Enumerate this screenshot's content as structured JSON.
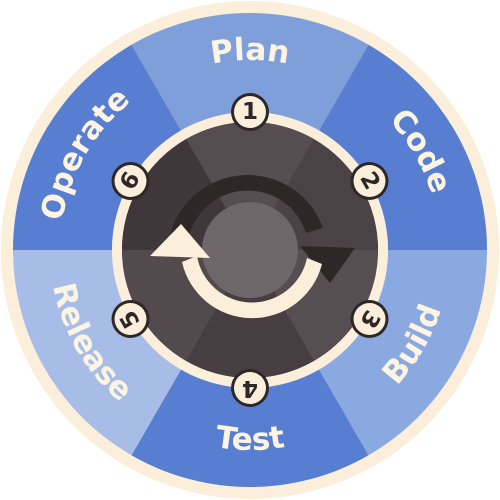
{
  "colors": {
    "outer_ring": "#fbeeda",
    "segment_fills": [
      "#7f9fda",
      "#577ed0",
      "#89a9e0",
      "#577ed0",
      "#a7bde7",
      "#577ed0"
    ],
    "center_dark": "#3b3436",
    "arrow": "#fbeeda",
    "badge": "#fbeeda"
  },
  "stages": [
    {
      "number": "1",
      "label": "Plan"
    },
    {
      "number": "2",
      "label": "Code"
    },
    {
      "number": "3",
      "label": "Build"
    },
    {
      "number": "4",
      "label": "Test"
    },
    {
      "number": "5",
      "label": "Release"
    },
    {
      "number": "6",
      "label": "Operate"
    }
  ],
  "center_icon": "cycle-arrows-icon"
}
